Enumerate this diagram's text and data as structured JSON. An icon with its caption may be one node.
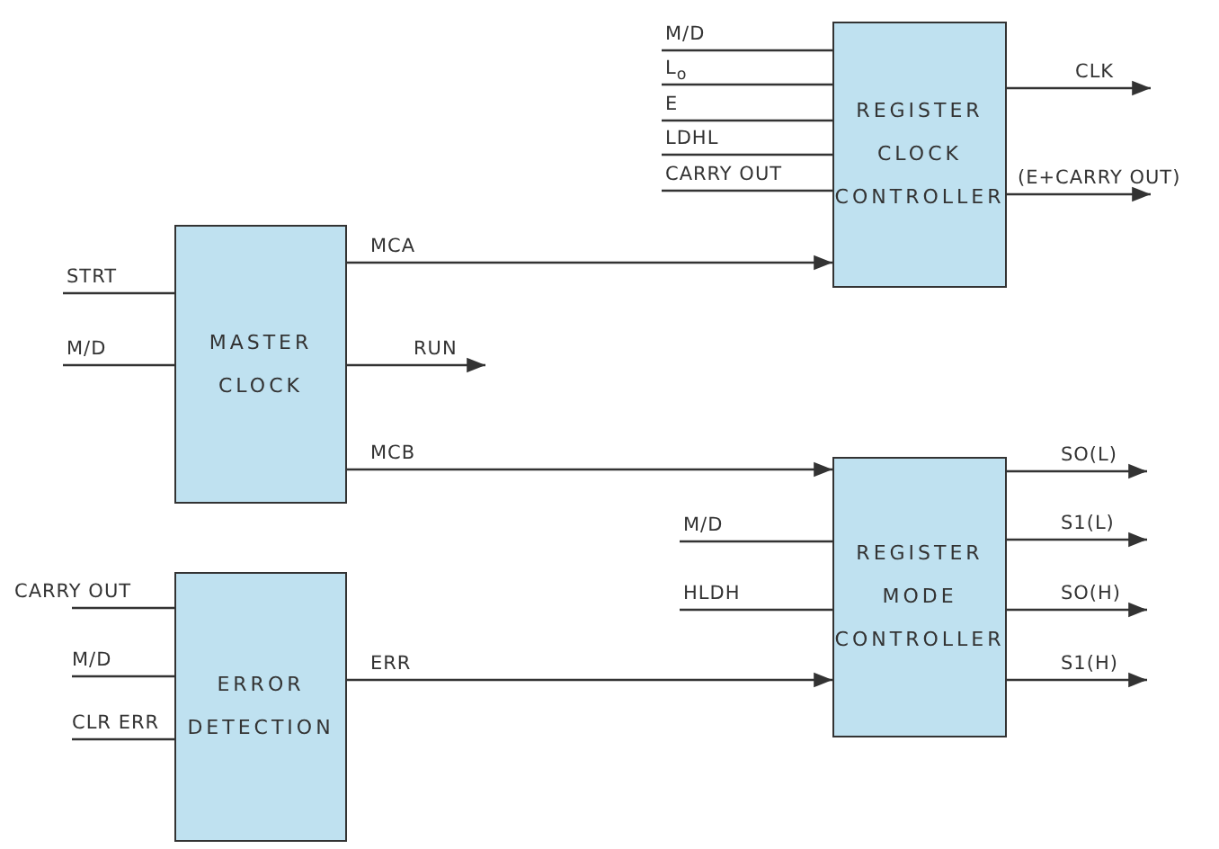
{
  "diagram": {
    "nodes": [
      {
        "text": [
          "MASTER CLOCK"
        ]
      },
      {
        "text": [
          "REGISTER CLOCK CONTROLLER"
        ]
      },
      {
        "text": [
          "REGISTER MODE CONTROLLER"
        ]
      },
      {
        "text": [
          "ERROR DETECTION"
        ]
      }
    ],
    "edges": [
      {
        "from": null,
        "to": 1,
        "arrow": "none",
        "label": "M/D"
      },
      {
        "from": null,
        "to": 1,
        "arrow": "none",
        "label": "L$_{o}$"
      },
      {
        "from": null,
        "to": 1,
        "arrow": "none",
        "label": "E"
      },
      {
        "from": null,
        "to": 1,
        "arrow": "none",
        "label": "LDHL"
      },
      {
        "from": null,
        "to": 1,
        "arrow": "none",
        "label": "CARRY OUT"
      },
      {
        "from": 1,
        "to": null,
        "arrow": "to",
        "label": "CLK"
      },
      {
        "from": 1,
        "to": null,
        "arrow": "to",
        "label": "(E+CARRY OUT)"
      },
      {
        "from": null,
        "to": 0,
        "arrow": "none",
        "label": "STRT"
      },
      {
        "from": null,
        "to": 0,
        "arrow": "none",
        "label": "M/D"
      },
      {
        "from": 0,
        "to": 1,
        "arrow": "to",
        "label": "MCA"
      },
      {
        "from": 0,
        "to": null,
        "arrow": "to",
        "label": "RUN"
      },
      {
        "from": 0,
        "to": 2,
        "arrow": "to",
        "label": "MCB"
      },
      {
        "from": null,
        "to": 2,
        "arrow": "none",
        "label": "M/D"
      },
      {
        "from": null,
        "to": 2,
        "arrow": "none",
        "label": "HLDH"
      },
      {
        "from": 2,
        "to": null,
        "arrow": "to",
        "label": "SO(L)"
      },
      {
        "from": 2,
        "to": null,
        "arrow": "to",
        "label": "S1(L)"
      },
      {
        "from": 2,
        "to": null,
        "arrow": "to",
        "label": "SO(H)"
      },
      {
        "from": 2,
        "to": null,
        "arrow": "to",
        "label": "S1(H)"
      },
      {
        "from": null,
        "to": 3,
        "arrow": "none",
        "label": "CARRY OUT"
      },
      {
        "from": null,
        "to": 3,
        "arrow": "none",
        "label": "M/D"
      },
      {
        "from": null,
        "to": 3,
        "arrow": "none",
        "label": "CLR ERR"
      },
      {
        "from": 3,
        "to": 2,
        "arrow": "to",
        "label": "ERR"
      }
    ]
  }
}
